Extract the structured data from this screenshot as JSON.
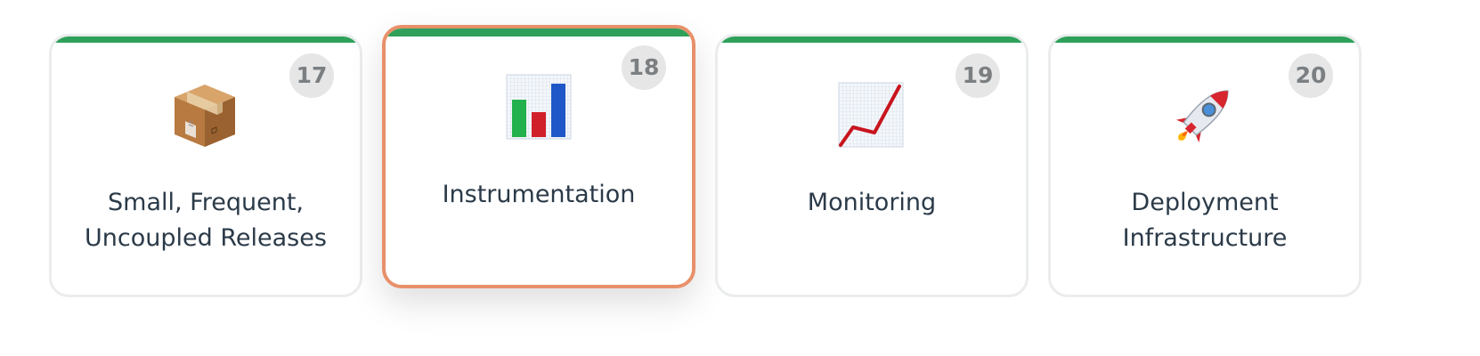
{
  "cards": [
    {
      "number": "17",
      "title_line1": "Small, Frequent,",
      "title_line2": "Uncoupled Releases",
      "icon": "package-icon",
      "selected": false
    },
    {
      "number": "18",
      "title_line1": "Instrumentation",
      "title_line2": "",
      "icon": "bar-chart-icon",
      "selected": true
    },
    {
      "number": "19",
      "title_line1": "Monitoring",
      "title_line2": "",
      "icon": "trend-chart-icon",
      "selected": false
    },
    {
      "number": "20",
      "title_line1": "Deployment",
      "title_line2": "Infrastructure",
      "icon": "rocket-icon",
      "selected": false
    }
  ],
  "colors": {
    "accent": "#2ea05a",
    "selected_border": "#e8906a",
    "badge_bg": "#e6e6e6",
    "badge_text": "#7b7f82",
    "title_text": "#2b3a48"
  }
}
